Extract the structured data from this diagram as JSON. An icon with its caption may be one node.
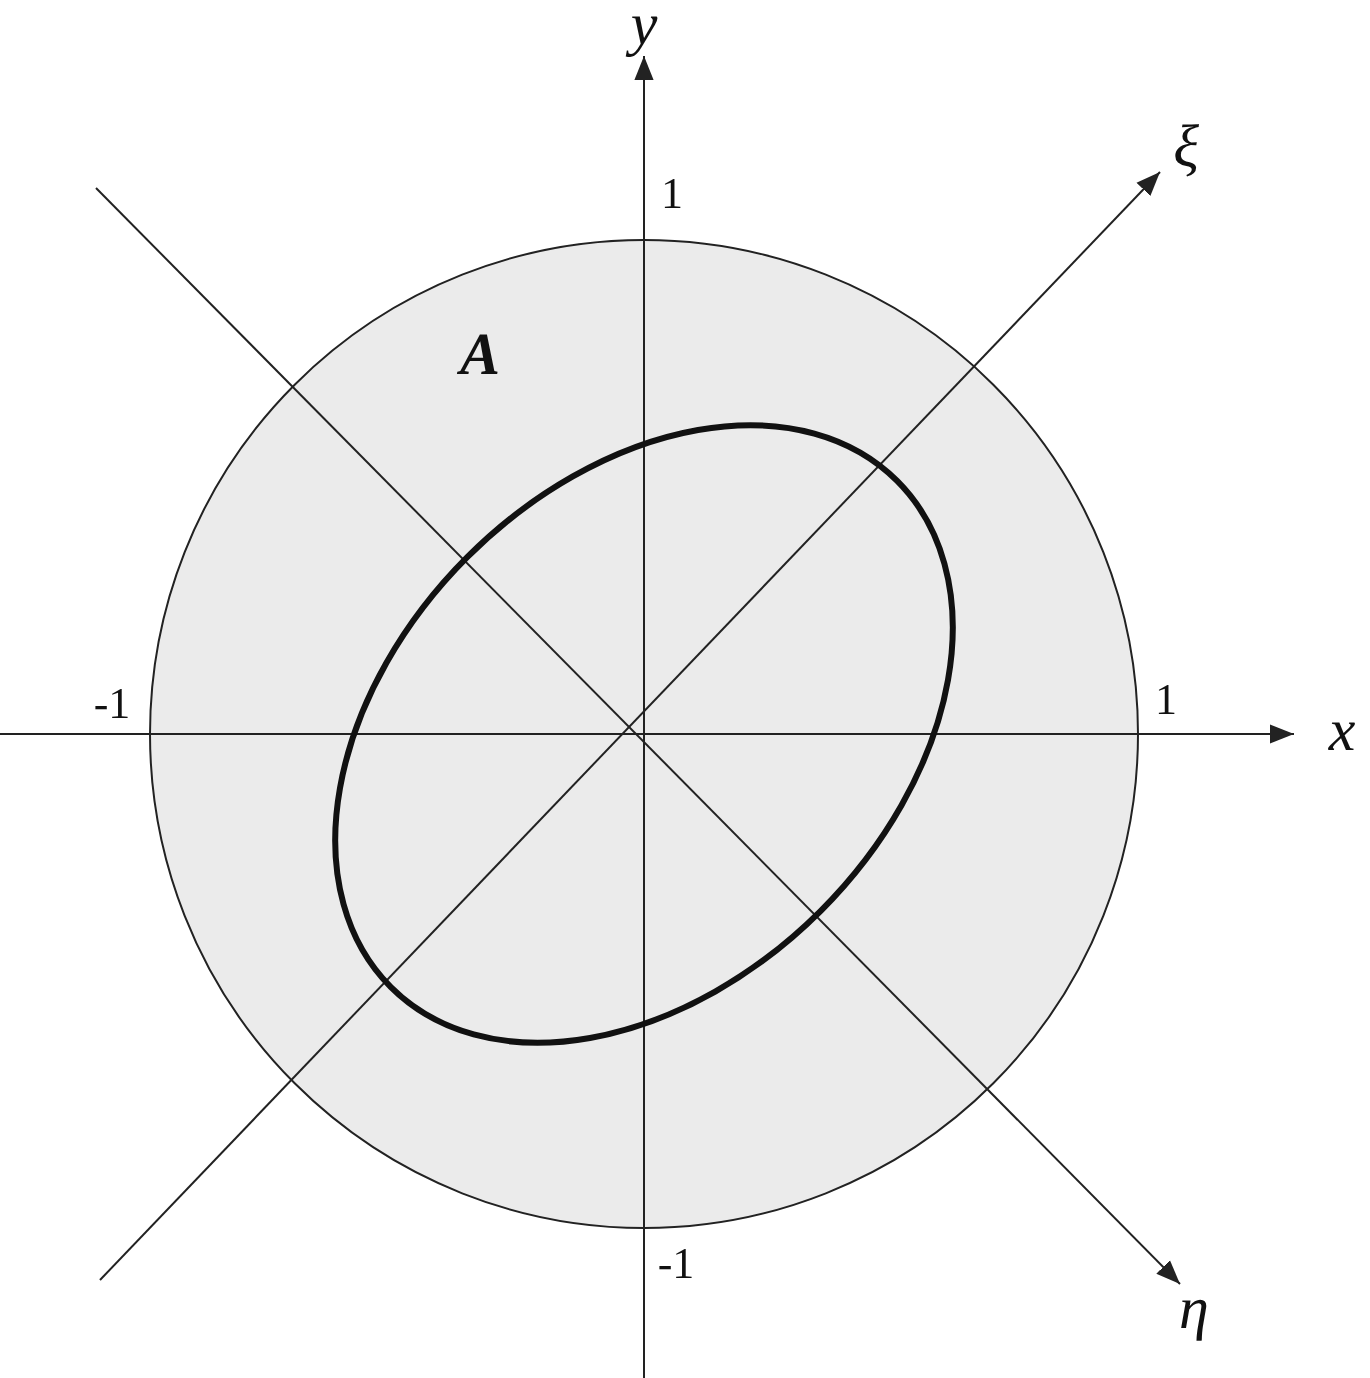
{
  "diagram": {
    "labels": [
      "y",
      "ξ",
      "1",
      "A",
      "-1",
      "1",
      "x",
      "-1",
      "η"
    ]
  }
}
